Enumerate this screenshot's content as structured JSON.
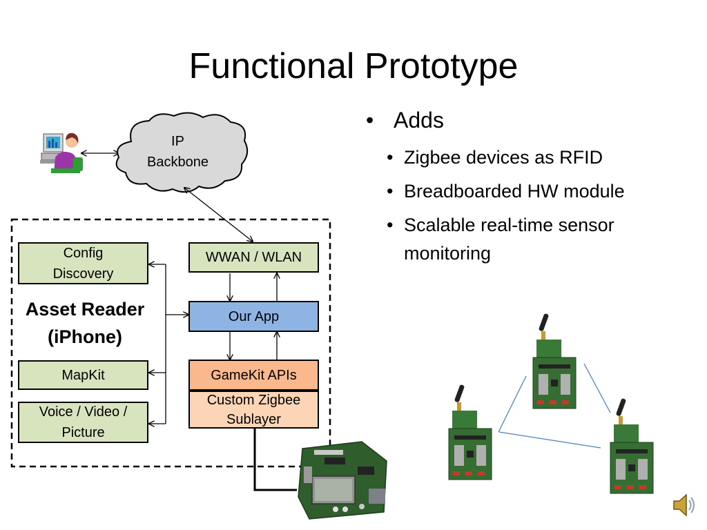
{
  "slide": {
    "title": "Functional Prototype",
    "bullets": {
      "main": "Adds",
      "sub": [
        "Zigbee devices as RFID",
        "Breadboarded HW module",
        "Scalable real-time sensor monitoring"
      ]
    },
    "diagram": {
      "cloud_label": "IP\nBackbone",
      "group_label": "Asset Reader\n(iPhone)",
      "boxes": {
        "config": "Config\nDiscovery",
        "mapkit": "MapKit",
        "voice": "Voice / Video /\nPicture",
        "wwan": "WWAN / WLAN",
        "app": "Our App",
        "gamekit": "GameKit APIs",
        "zigbee": "Custom Zigbee\nSublayer"
      }
    },
    "icons": [
      "user-at-computer-icon",
      "cloud-icon",
      "dev-board-image",
      "zigbee-sensor-icon",
      "speaker-icon"
    ],
    "colors": {
      "green_box": "#d7e4bd",
      "blue_box": "#8eb4e3",
      "orange_box": "#fab88c",
      "peach_box": "#fbd5b5",
      "cloud": "#d9d9d9",
      "link_line": "#4f81bd"
    }
  }
}
